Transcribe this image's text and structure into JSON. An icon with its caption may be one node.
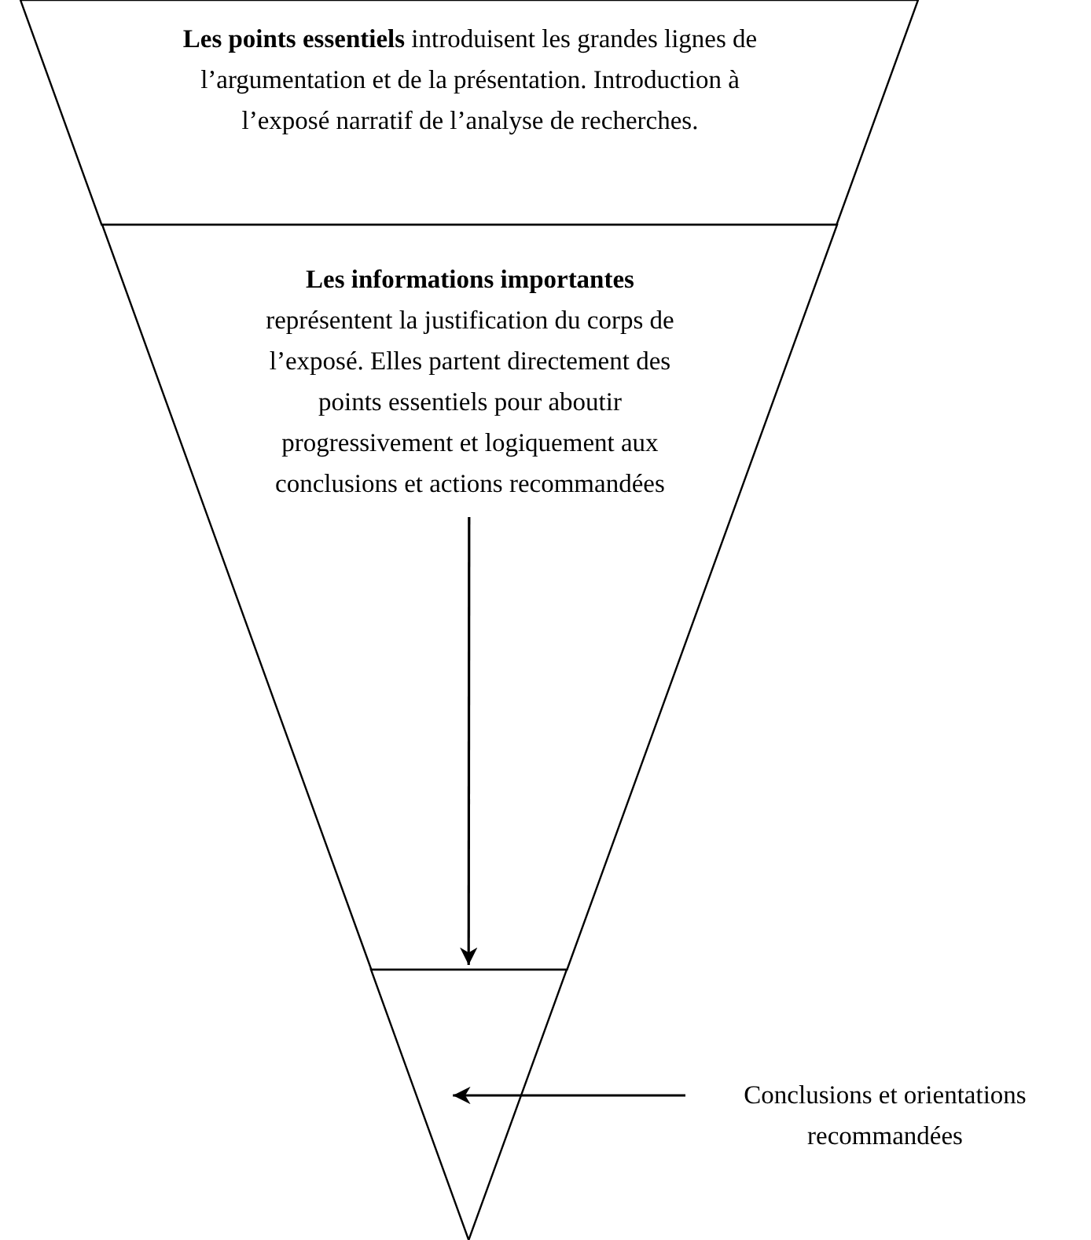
{
  "diagram": {
    "nodes": [
      {
        "text": [
          "**Les points essentiels** introduisent les grandes lignes de l’argumentation et de la présentation. Introduction à l’exposé narratif de l’analyse de recherches."
        ]
      },
      {
        "text": [
          "**Les informations importantes** représentent la justification du corps de l’exposé. Elles partent directement des points essentiels pour aboutir progressivement et logiquement aux conclusions et actions recommandées"
        ]
      },
      {
        "text": [],
        "shape": "triangle"
      },
      {
        "text": [
          "Conclusions et orientations recommandées"
        ]
      }
    ],
    "edges": [
      {
        "from": 1,
        "to": 2,
        "arrow": "to"
      },
      {
        "from": 3,
        "to": 2,
        "arrow": "to"
      }
    ]
  }
}
